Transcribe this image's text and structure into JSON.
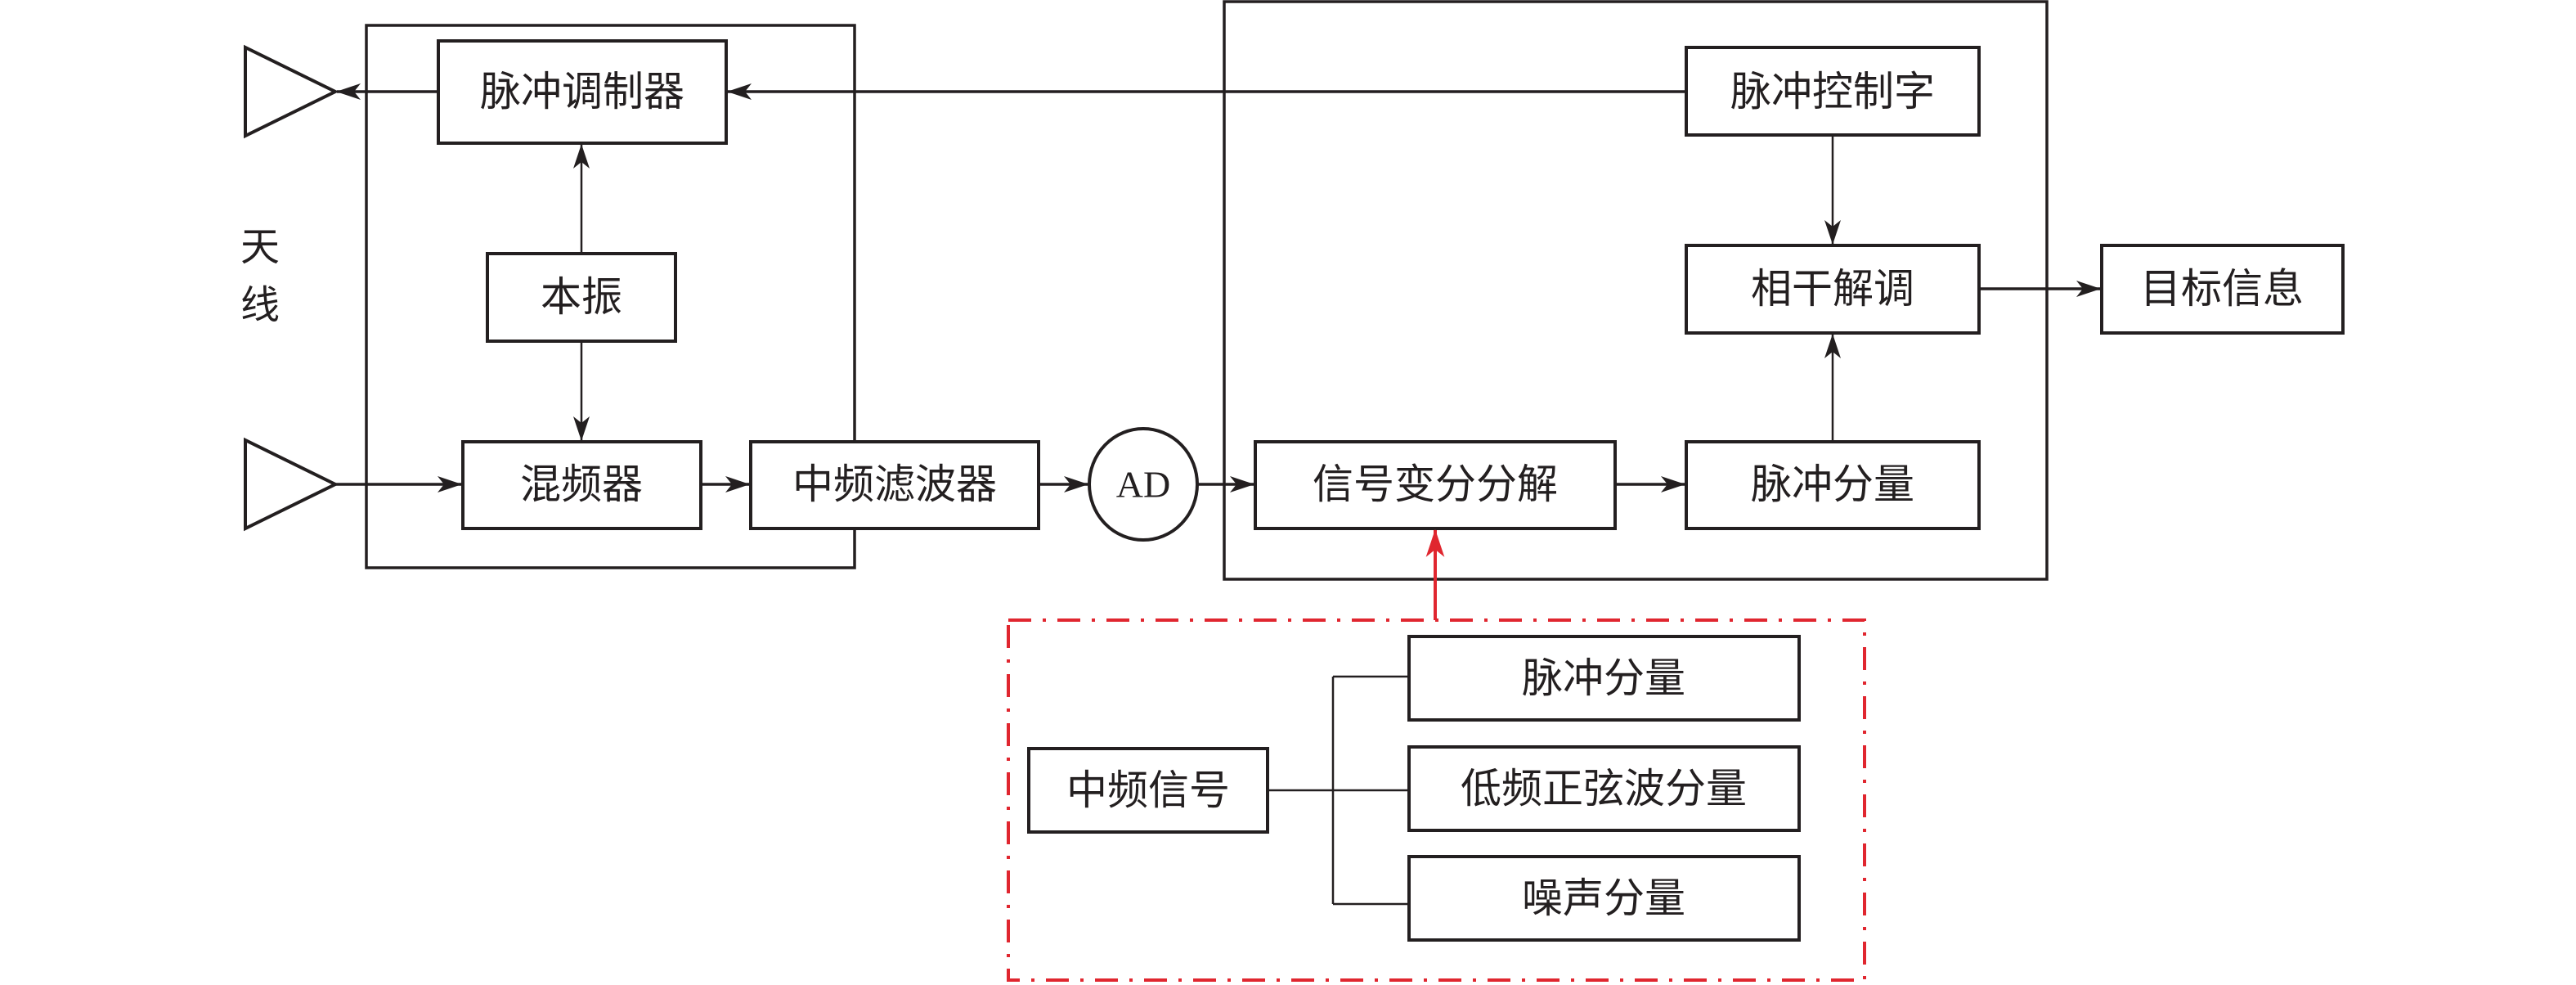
{
  "colors": {
    "stroke": "#231f20",
    "highlight": "#e0262f",
    "background": "#ffffff"
  },
  "antenna": {
    "label_line1": "天",
    "label_line2": "线"
  },
  "rf_section": {
    "pulse_modulator": "脉冲调制器",
    "local_oscillator": "本振",
    "mixer": "混频器"
  },
  "if_filter": "中频滤波器",
  "adc": "AD",
  "processing_section": {
    "pulse_control_word": "脉冲控制字",
    "coherent_demodulation": "相干解调",
    "signal_vmd": "信号变分分解",
    "pulse_component": "脉冲分量"
  },
  "target_info": "目标信息",
  "decomposition_detail": {
    "input": "中频信号",
    "outputs": [
      "脉冲分量",
      "低频正弦波分量",
      "噪声分量"
    ]
  }
}
